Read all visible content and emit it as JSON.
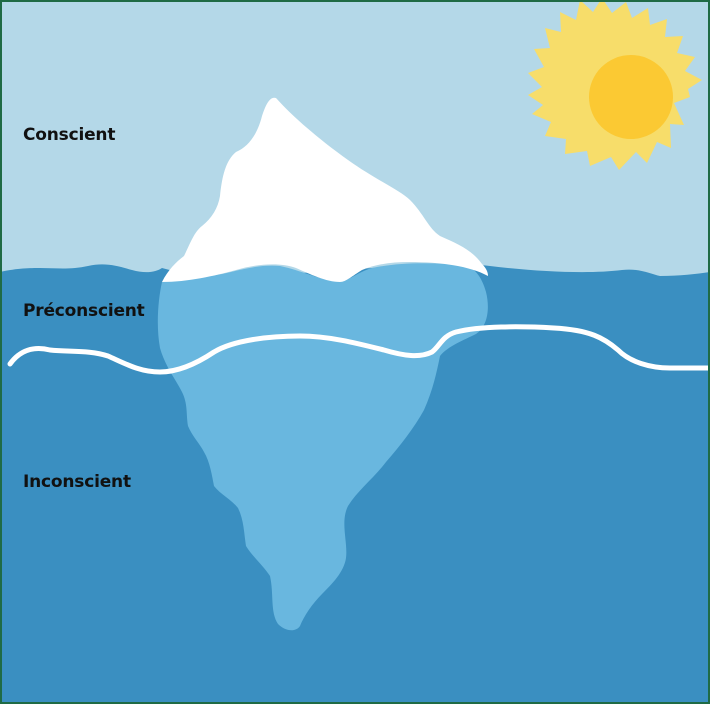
{
  "labels": {
    "conscient": "Conscient",
    "preconscient": "Préconscient",
    "inconscient": "Inconscient"
  },
  "colors": {
    "border": "#1f6b45",
    "sky": "#b4d8e8",
    "sea": "#3a8fc1",
    "iceberg_above": "#ffffff",
    "iceberg_below": "#69b7df",
    "waterline": "#ffffff",
    "sun_rays": "#f7dd6a",
    "sun_core": "#fbc933"
  },
  "icons": {
    "sun": "sun-icon"
  }
}
